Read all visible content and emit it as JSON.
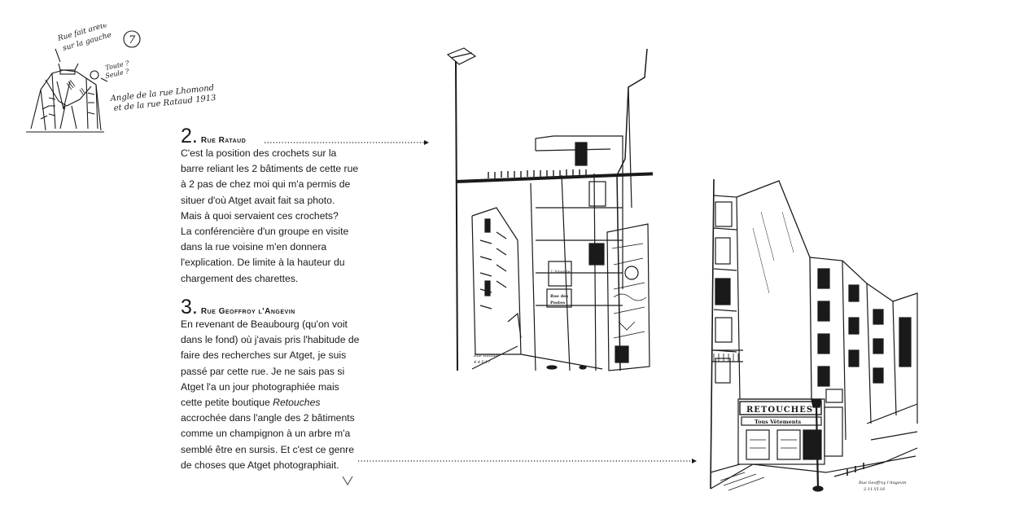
{
  "annotation": {
    "line1": "Rue fait arête",
    "line2": "sur la gauche",
    "circled_number": "7",
    "question1": "Toute ?",
    "question2": "Seule ?",
    "caption1": "Angle de la rue Lhomond",
    "caption2": "et de la rue Rataud 1913"
  },
  "sections": [
    {
      "number": "2.",
      "title": "Rue Rataud",
      "body_lines": [
        "C'est la position des crochets sur la",
        "barre reliant les 2 bâtiments de cette rue",
        "à 2 pas de chez moi qui m'a permis de",
        "situer d'où Atget avait fait sa photo.",
        "Mais à quoi servaient ces crochets?",
        "La conférencière d'un groupe en visite",
        "dans la rue voisine m'en donnera",
        "l'explication. De limite à la hauteur du",
        "chargement des charettes."
      ]
    },
    {
      "number": "3.",
      "title": "Rue Geoffroy l'Angevin",
      "body_lines": [
        "En revenant de Beaubourg (qu'on voit",
        "dans le fond) où j'avais pris l'habitude de",
        "faire des recherches sur Atget, je suis",
        "passé par cette rue. Je ne sais pas si",
        "Atget l'a un jour photographiée mais"
      ],
      "line6_prefix": "cette petite boutique ",
      "line6_emphasis": "Retouches",
      "body_lines_after": [
        "accrochée dans l'angle des 2 bâtiments",
        "comme un champignon à un arbre m'a",
        "semblé être en sursis. Et c'est ce genre",
        "de choses que Atget photographiait."
      ]
    }
  ],
  "sketch1": {
    "signature1": "Rue Rataud",
    "signature2": "4.4.V.17",
    "sign_text1": "L'Alouette",
    "sign_text2": "Rue des",
    "sign_text3": "Postes"
  },
  "sketch2": {
    "shop_sign": "RETOUCHES",
    "shop_sub": "Tous Vêtements",
    "signature1": "Rue Geoffroy l'Angevin",
    "signature2": "2.11.VI.16"
  },
  "colors": {
    "ink": "#1a1a1a",
    "background": "#ffffff"
  },
  "icons": {
    "scroll": "chevron-down-icon"
  }
}
